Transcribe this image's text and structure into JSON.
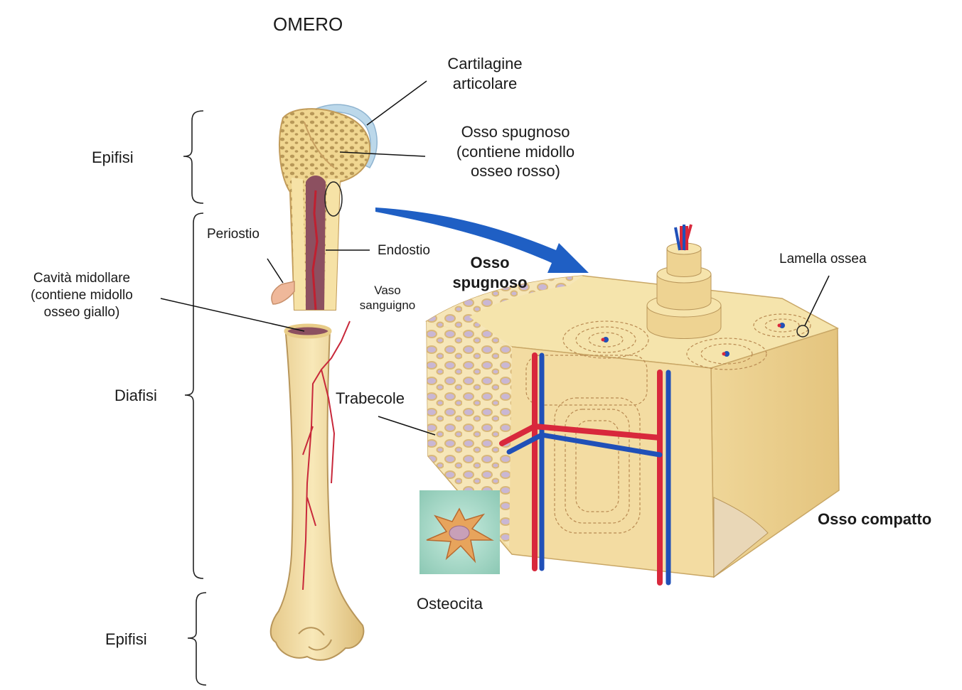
{
  "title": "OMERO",
  "labels": {
    "cartilage": [
      "Cartilagine",
      "articolare"
    ],
    "spongy_top": [
      "Osso spugnoso",
      "(contiene midollo",
      "osseo  rosso)"
    ],
    "epiphysis_top": "Epifisi",
    "periosteum": "Periostio",
    "endosteum": "Endostio",
    "marrow_cavity": [
      "Cavità midollare",
      "(contiene midollo",
      "osseo giallo)"
    ],
    "blood_vessel": [
      "Vaso",
      "sanguigno"
    ],
    "diaphysis": "Diafisi",
    "epiphysis_bottom": "Epifisi",
    "spongy_bold": [
      "Osso",
      "spugnoso"
    ],
    "lamella": "Lamella ossea",
    "trabeculae": "Trabecole",
    "compact": "Osso compatto",
    "osteocyte": "Osteocita"
  },
  "colors": {
    "bone": "#f3dea0",
    "bone_dark": "#e2c27c",
    "marrow_red": "#8c5060",
    "cartilage": "#bcd8ea",
    "artery": "#d8283c",
    "vein": "#2050b8",
    "arrow": "#1f5fc4",
    "osteocyte_bg": "#a9d8c8"
  }
}
